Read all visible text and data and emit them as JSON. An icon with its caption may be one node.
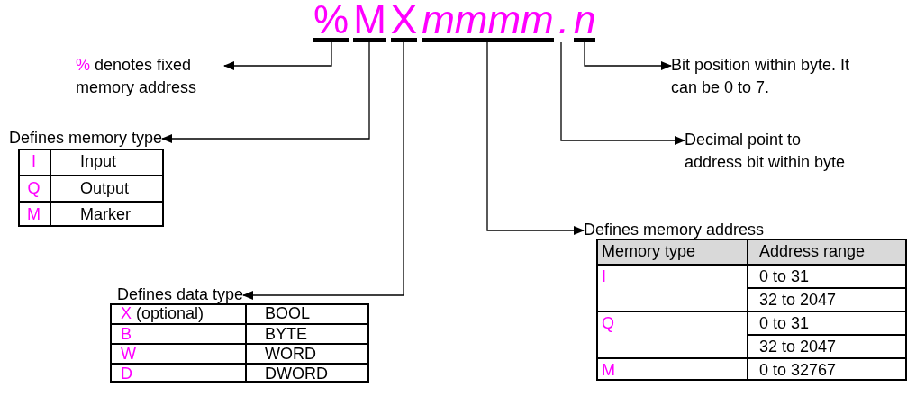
{
  "diagram": {
    "nodes": [
      {
        "text": [
          "%"
        ]
      },
      {
        "text": [
          "M"
        ]
      },
      {
        "text": [
          "X"
        ]
      },
      {
        "text": [
          "mmmm"
        ]
      },
      {
        "text": [
          "."
        ]
      },
      {
        "text": [
          "n"
        ]
      },
      {
        "text": [
          "%",
          "denotes fixed memory address"
        ]
      },
      {
        "text": [
          "Defines memory type"
        ]
      },
      {
        "text": [
          "I",
          "Input",
          "Q",
          "Output",
          "M",
          "Marker"
        ]
      },
      {
        "text": [
          "Defines data type"
        ]
      },
      {
        "text": [
          "X",
          "(optional)",
          "BOOL",
          "B",
          "BYTE",
          "W",
          "WORD",
          "D",
          "DWORD"
        ]
      },
      {
        "text": [
          "Defines memory address"
        ]
      },
      {
        "text": [
          "Memory type",
          "Address range",
          "I",
          "0 to 31",
          "32 to 2047",
          "Q",
          "0 to 31",
          "32 to 2047",
          "M",
          "0 to 32767"
        ]
      },
      {
        "text": [
          "Decimal point to address bit within byte"
        ]
      },
      {
        "text": [
          "Bit position within byte. It can be 0 to 7."
        ]
      }
    ],
    "edges": [
      {
        "from": 0,
        "to": 6,
        "arrow": "to"
      },
      {
        "from": 1,
        "to": 7,
        "arrow": "to"
      },
      {
        "from": 2,
        "to": 9,
        "arrow": "to"
      },
      {
        "from": 3,
        "to": 11,
        "arrow": "to"
      },
      {
        "from": 4,
        "to": 13,
        "arrow": "to"
      },
      {
        "from": 5,
        "to": 14,
        "arrow": "to"
      }
    ]
  }
}
